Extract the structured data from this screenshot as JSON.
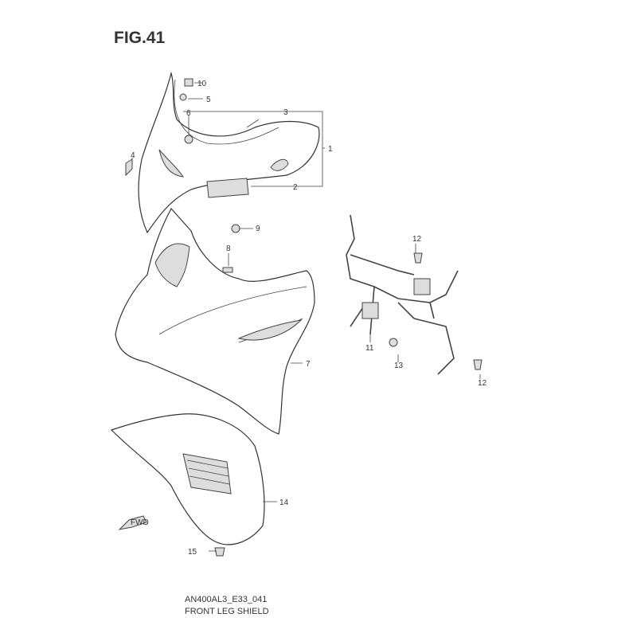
{
  "figure": {
    "title": "FIG.41",
    "code": "AN400AL3_E33_041",
    "caption": "FRONT LEG SHIELD"
  },
  "callouts": {
    "c1": "1",
    "c2": "2",
    "c3": "3",
    "c4": "4",
    "c5": "5",
    "c6": "6",
    "c7": "7",
    "c8": "8",
    "c9": "9",
    "c10": "10",
    "c11": "11",
    "c12a": "12",
    "c12b": "12",
    "c13": "13",
    "c14": "14",
    "c15": "15"
  },
  "arrow_label": "FWD"
}
